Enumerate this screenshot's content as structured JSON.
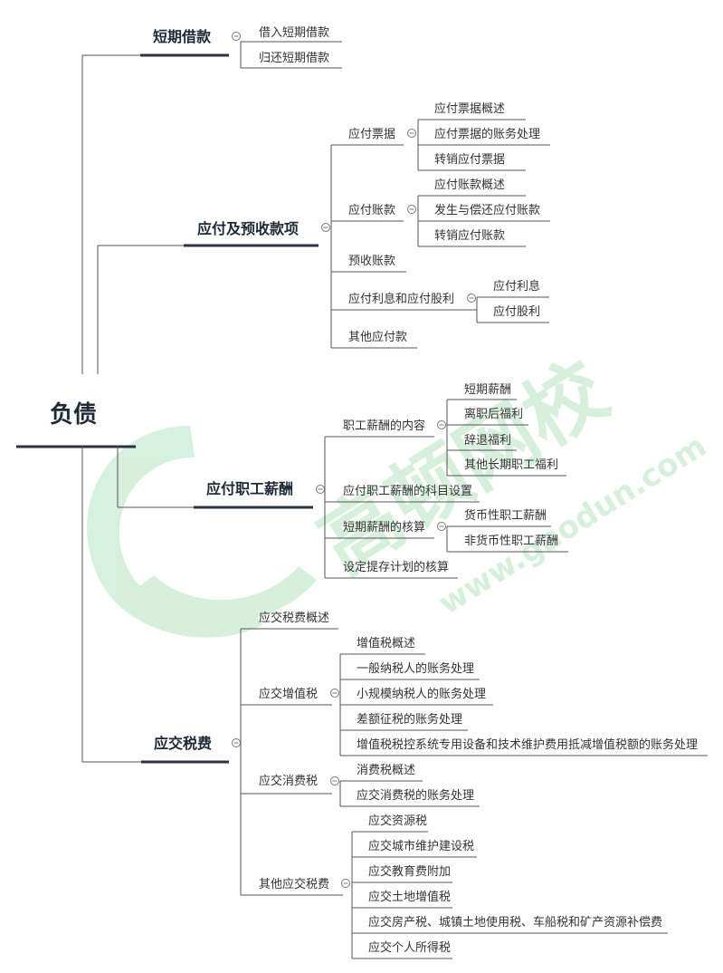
{
  "colors": {
    "line": "#555555",
    "text": "#333333",
    "bold_text": "#1f2a38",
    "underline_bold": "#2b3340",
    "watermark": "#bfe8c9"
  },
  "root": {
    "label": "负债"
  },
  "watermark": {
    "brand": "高顿网校",
    "url": "www.gaodun.com"
  },
  "branches": [
    {
      "label": "短期借款",
      "children": [
        {
          "label": "借入短期借款"
        },
        {
          "label": "归还短期借款"
        }
      ]
    },
    {
      "label": "应付及预收款项",
      "children": [
        {
          "label": "应付票据",
          "children": [
            {
              "label": "应付票据概述"
            },
            {
              "label": "应付票据的账务处理"
            },
            {
              "label": "转销应付票据"
            }
          ]
        },
        {
          "label": "应付账款",
          "children": [
            {
              "label": "应付账款概述"
            },
            {
              "label": "发生与偿还应付账款"
            },
            {
              "label": "转销应付账款"
            }
          ]
        },
        {
          "label": "预收账款"
        },
        {
          "label": "应付利息和应付股利",
          "children": [
            {
              "label": "应付利息"
            },
            {
              "label": "应付股利"
            }
          ]
        },
        {
          "label": "其他应付款"
        }
      ]
    },
    {
      "label": "应付职工薪酬",
      "children": [
        {
          "label": "职工薪酬的内容",
          "children": [
            {
              "label": "短期薪酬"
            },
            {
              "label": "离职后福利"
            },
            {
              "label": "辞退福利"
            },
            {
              "label": "其他长期职工福利"
            }
          ]
        },
        {
          "label": "应付职工薪酬的科目设置"
        },
        {
          "label": "短期薪酬的核算",
          "children": [
            {
              "label": "货币性职工薪酬"
            },
            {
              "label": "非货币性职工薪酬"
            }
          ]
        },
        {
          "label": "设定提存计划的核算"
        }
      ]
    },
    {
      "label": "应交税费",
      "children": [
        {
          "label": "应交税费概述"
        },
        {
          "label": "应交增值税",
          "children": [
            {
              "label": "增值税概述"
            },
            {
              "label": "一般纳税人的账务处理"
            },
            {
              "label": "小规模纳税人的账务处理"
            },
            {
              "label": "差额征税的账务处理"
            },
            {
              "label": "增值税税控系统专用设备和技术维护费用抵减增值税额的账务处理"
            }
          ]
        },
        {
          "label": "应交消费税",
          "children": [
            {
              "label": "消费税概述"
            },
            {
              "label": "应交消费税的账务处理"
            }
          ]
        },
        {
          "label": "其他应交税费",
          "children": [
            {
              "label": "应交资源税"
            },
            {
              "label": "应交城市维护建设税"
            },
            {
              "label": "应交教育费附加"
            },
            {
              "label": "应交土地增值税"
            },
            {
              "label": "应交房产税、城镇土地使用税、车船税和矿产资源补偿费"
            },
            {
              "label": "应交个人所得税"
            }
          ]
        }
      ]
    }
  ]
}
